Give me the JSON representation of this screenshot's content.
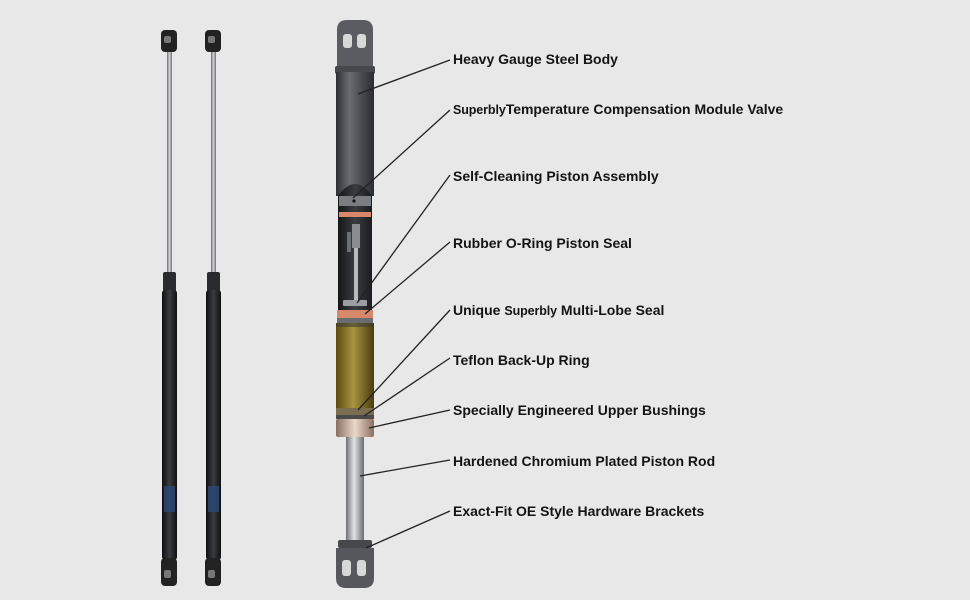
{
  "callouts": [
    {
      "text": "Heavy Gauge Steel Body"
    },
    {
      "brand": "Superbly",
      "text": "Temperature Compensation Module Valve"
    },
    {
      "text": "Self-Cleaning Piston Assembly"
    },
    {
      "text": "Rubber O-Ring Piston Seal"
    },
    {
      "prefix": "Unique ",
      "brand": "Superbly",
      "text": " Multi-Lobe Seal"
    },
    {
      "text": "Teflon Back-Up Ring"
    },
    {
      "text": "Specially Engineered Upper Bushings"
    },
    {
      "text": "Hardened Chromium Plated Piston Rod"
    },
    {
      "text": "Exact-Fit OE Style Hardware Brackets"
    }
  ],
  "colors": {
    "background": "#e8e8e8",
    "body": "#3a3c40",
    "oil": "#8c7a2a",
    "seal": "#d8886a",
    "bushing": "#e0c8b8",
    "leader": "#222222"
  }
}
